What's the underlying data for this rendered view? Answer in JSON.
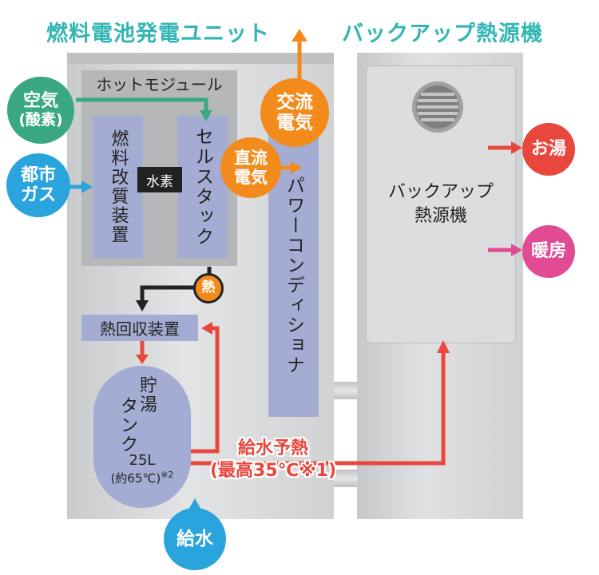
{
  "titles": {
    "fuel_cell": "燃料電池発電ユニット",
    "backup": "バックアップ熱源機"
  },
  "inputs": {
    "air": "空気",
    "air_sub": "(酸素)",
    "city_gas_1": "都市",
    "city_gas_2": "ガス",
    "water": "給水"
  },
  "modules": {
    "hot_module": "ホットモジュール",
    "reformer": "燃料改質装置",
    "hydrogen": "水素",
    "cell_stack": "セルスタック",
    "power_conditioner": "パワーコンディショナ",
    "heat_recovery": "熱回収装置",
    "heat": "熱"
  },
  "electricity": {
    "ac_1": "交流",
    "ac_2": "電気",
    "dc_1": "直流",
    "dc_2": "電気"
  },
  "tank": {
    "name_1": "貯",
    "name_1b": "湯",
    "name_2": "タ",
    "name_2b": "ン",
    "name_2c": "ク",
    "capacity": "25L",
    "temp": "(約65℃)",
    "note": "※2"
  },
  "preheat": {
    "line1": "給水予熱",
    "line2": "(最高35℃※1)"
  },
  "backup": {
    "label_1": "バックアップ",
    "label_2": "熱源機"
  },
  "outputs": {
    "hot_water": "お湯",
    "heating": "暖房"
  },
  "colors": {
    "title": "#33b6b4",
    "orange": "#f28a1c",
    "green": "#3aa882",
    "blue": "#2aa4dc",
    "red": "#e8473d",
    "pink": "#e04b93",
    "module": "#a5acd4"
  }
}
